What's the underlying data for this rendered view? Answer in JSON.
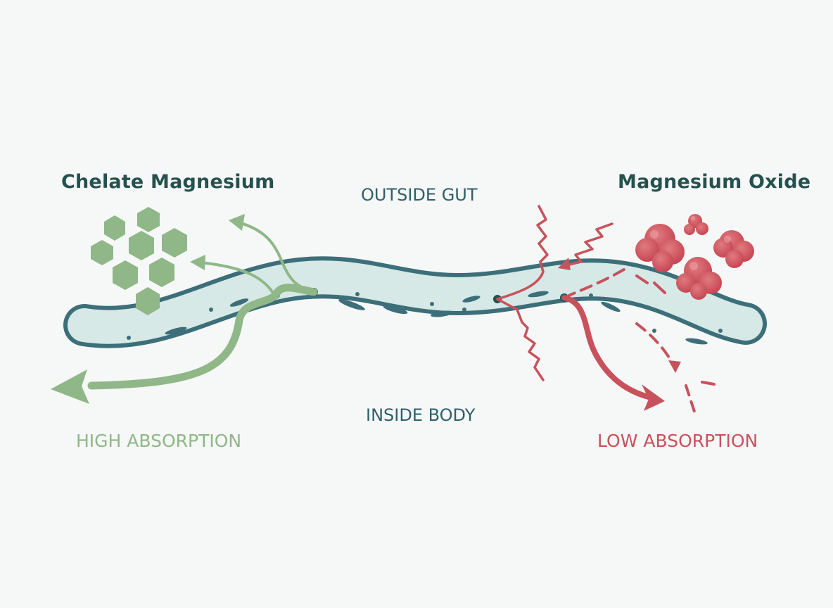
{
  "labels": {
    "left_title": "Chelate Magnesium",
    "right_title": "Magnesium Oxide",
    "outside": "OUTSIDE GUT",
    "inside": "INSIDE BODY",
    "high": "HIGH ABSORPTION",
    "low": "LOW ABSORPTION"
  },
  "colors": {
    "green": "#8fb787",
    "red": "#c8525c",
    "dark_teal": "#3c6f79",
    "pale_teal": "#d6e9e6",
    "navy": "#25514f"
  }
}
